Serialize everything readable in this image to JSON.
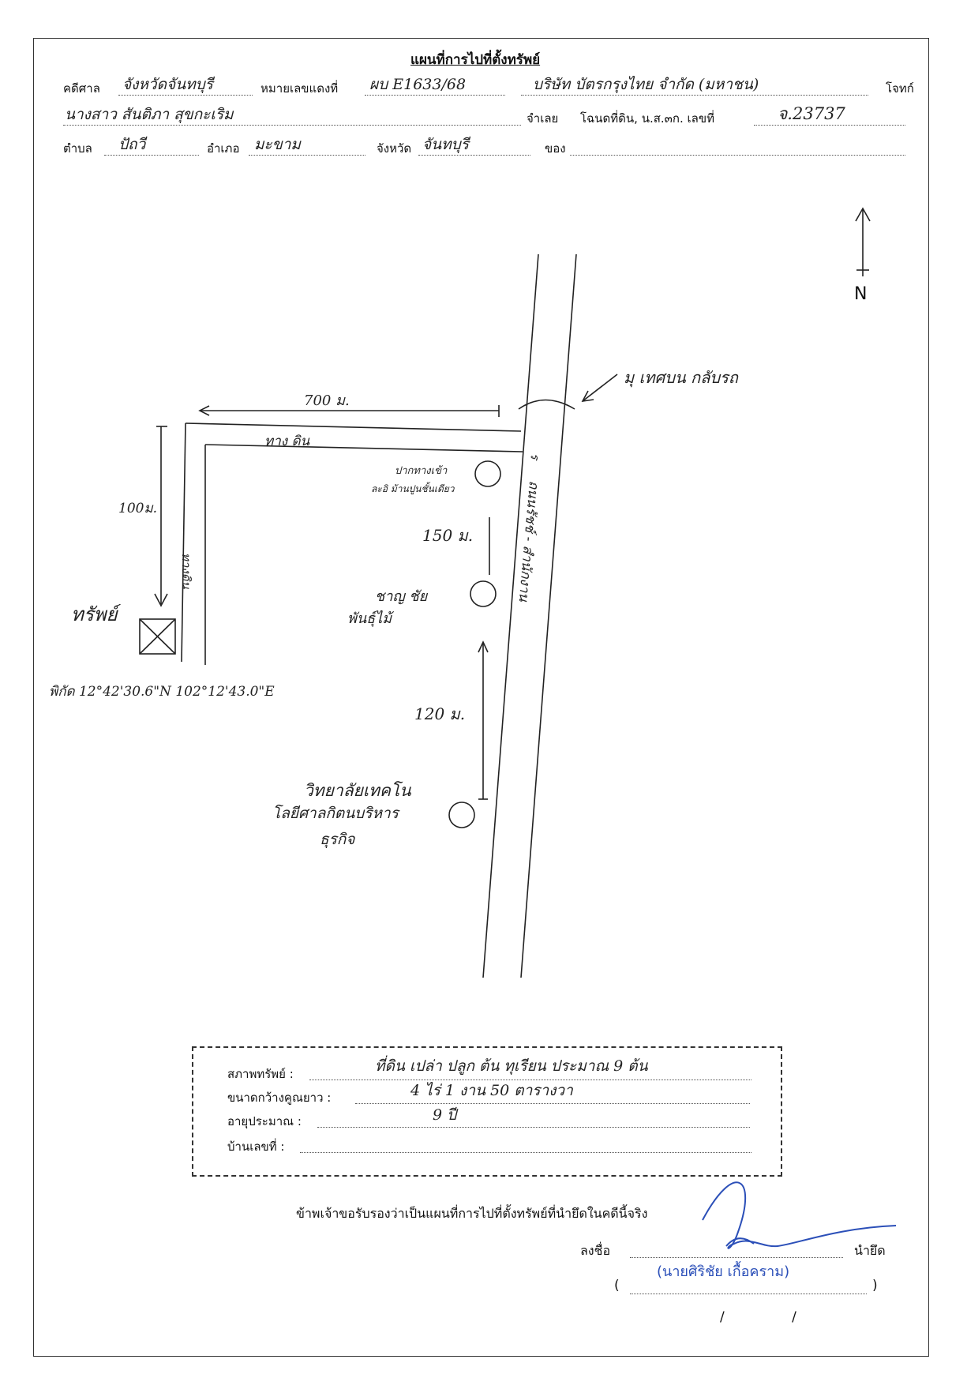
{
  "header": {
    "title": "แผนที่การไปที่ตั้งทรัพย์",
    "court_label": "คดีศาล",
    "court_value": "จังหวัดจันทบุรี",
    "case_no_label": "หมายเลขแดงที่",
    "case_no_value": "ผบ E1633/68",
    "plaintiff_value": "บริษัท บัตรกรุงไทย จำกัด (มหาชน)",
    "plaintiff_label": "โจทก์",
    "defendant_value": "นางสาว สันติภา สุขกะเริม",
    "defendant_label": "จำเลย",
    "deed_label": "โฉนดที่ดิน, น.ส.๓ก. เลขที่",
    "deed_value": "จ.23737",
    "subdistrict_label": "ตำบล",
    "subdistrict_value": "ปัถวี",
    "district_label": "อำเภอ",
    "district_value": "มะขาม",
    "province_label": "จังหวัด",
    "province_value": "จันทบุรี",
    "owner_label": "ของ"
  },
  "map": {
    "north_label": "N",
    "road_name": "ถนนรัชช์ - สำนักงาน",
    "road_num": "ร",
    "junction_label": "มุ เทศบน กลับรถ",
    "dist_top": "700 ม.",
    "dirt_road_top": "ทาง ดิน",
    "dist_left": "100ม.",
    "dirt_road_left": "ทางดิน",
    "landmark_1_a": "ปากทางเข้า",
    "landmark_1_b": "ละอิ ม้านปูนชั้นเดียว",
    "dist_150": "150 ม.",
    "landmark_2_a": "ชาญ ชัย",
    "landmark_2_b": "พันธุ์ไม้",
    "property_label": "ทรัพย์",
    "coords": "พิกัด 12°42'30.6\"N 102°12'43.0\"E",
    "dist_120": "120 ม.",
    "landmark_3_a": "วิทยาลัยเทคโน",
    "landmark_3_b": "โลยีศาลกิตนบริหาร",
    "landmark_3_c": "ธุรกิจ"
  },
  "details": {
    "condition_label": "สภาพทรัพย์ :",
    "condition_value": "ที่ดิน เปล่า ปลูก ต้น ทุเรียน ประมาณ 9 ต้น",
    "size_label": "ขนาดกว้างคูณยาว :",
    "size_value": "4 ไร่ 1 งาน 50 ตารางวา",
    "age_label": "อายุประมาณ :",
    "age_value": "9 ปี",
    "house_label": "บ้านเลขที่ :",
    "house_value": ""
  },
  "footer": {
    "certify": "ข้าพเจ้าขอรับรองว่าเป็นแผนที่การไปที่ตั้งทรัพย์ที่นำยึดในคดีนี้จริง",
    "sign_label": "ลงชื่อ",
    "role_label": "นำยึด",
    "signer_name": "(นายศิริชัย เกื้อคราม)",
    "date_mark": "/ /"
  },
  "colors": {
    "ink": "#1a1a1a",
    "signature_blue": "#2b4fb8"
  }
}
